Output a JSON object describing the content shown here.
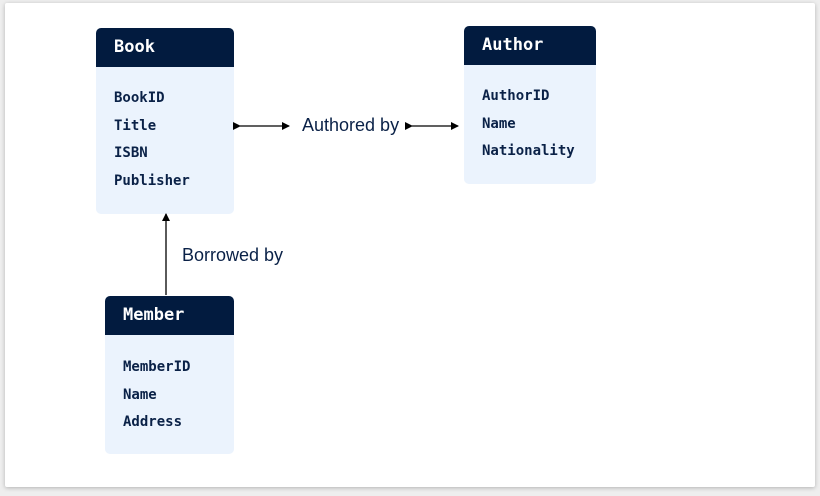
{
  "entities": {
    "book": {
      "name": "Book",
      "attributes": [
        "BookID",
        "Title",
        "ISBN",
        "Publisher"
      ]
    },
    "author": {
      "name": "Author",
      "attributes": [
        "AuthorID",
        "Name",
        "Nationality"
      ]
    },
    "member": {
      "name": "Member",
      "attributes": [
        "MemberID",
        "Name",
        "Address"
      ]
    }
  },
  "relationships": {
    "authored_by": "Authored by",
    "borrowed_by": "Borrowed by"
  },
  "colors": {
    "header": "#021b3f",
    "body": "#ebf3fd",
    "text": "#0a2147",
    "line": "#000000"
  }
}
